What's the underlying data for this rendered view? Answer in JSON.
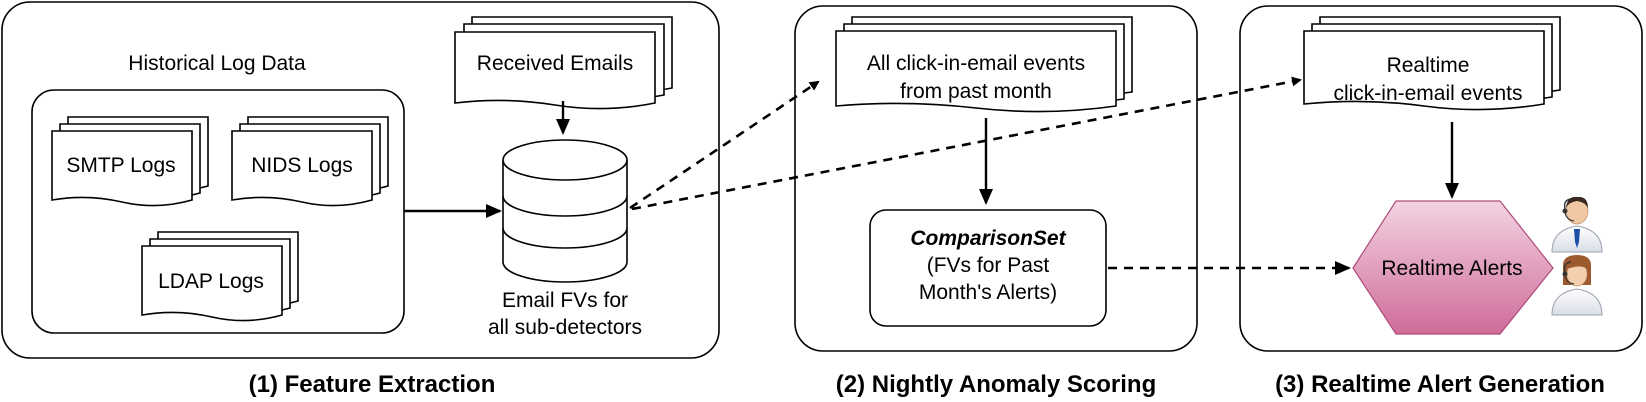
{
  "stages": {
    "feature_extraction": {
      "caption": "(1) Feature Extraction",
      "historical_title": "Historical Log Data",
      "logs": [
        "SMTP Logs",
        "NIDS Logs",
        "LDAP Logs"
      ],
      "received_emails": "Received Emails",
      "db_label": [
        "Email FVs for",
        "all sub-detectors"
      ]
    },
    "nightly_scoring": {
      "caption": "(2) Nightly Anomaly Scoring",
      "events": [
        "All click-in-email events",
        "from past month"
      ],
      "comparison_title": "ComparisonSet",
      "comparison_sub": [
        "(FVs for Past",
        "Month's Alerts)"
      ]
    },
    "realtime": {
      "caption": "(3) Realtime Alert Generation",
      "events": [
        "Realtime",
        "click-in-email events"
      ],
      "alerts": "Realtime Alerts"
    }
  },
  "colors": {
    "alert_fill_top": "#f3d3e2",
    "alert_fill_bottom": "#cf6c9a",
    "stroke": "#000000"
  },
  "icons": [
    "male-analyst-icon",
    "female-analyst-icon"
  ]
}
